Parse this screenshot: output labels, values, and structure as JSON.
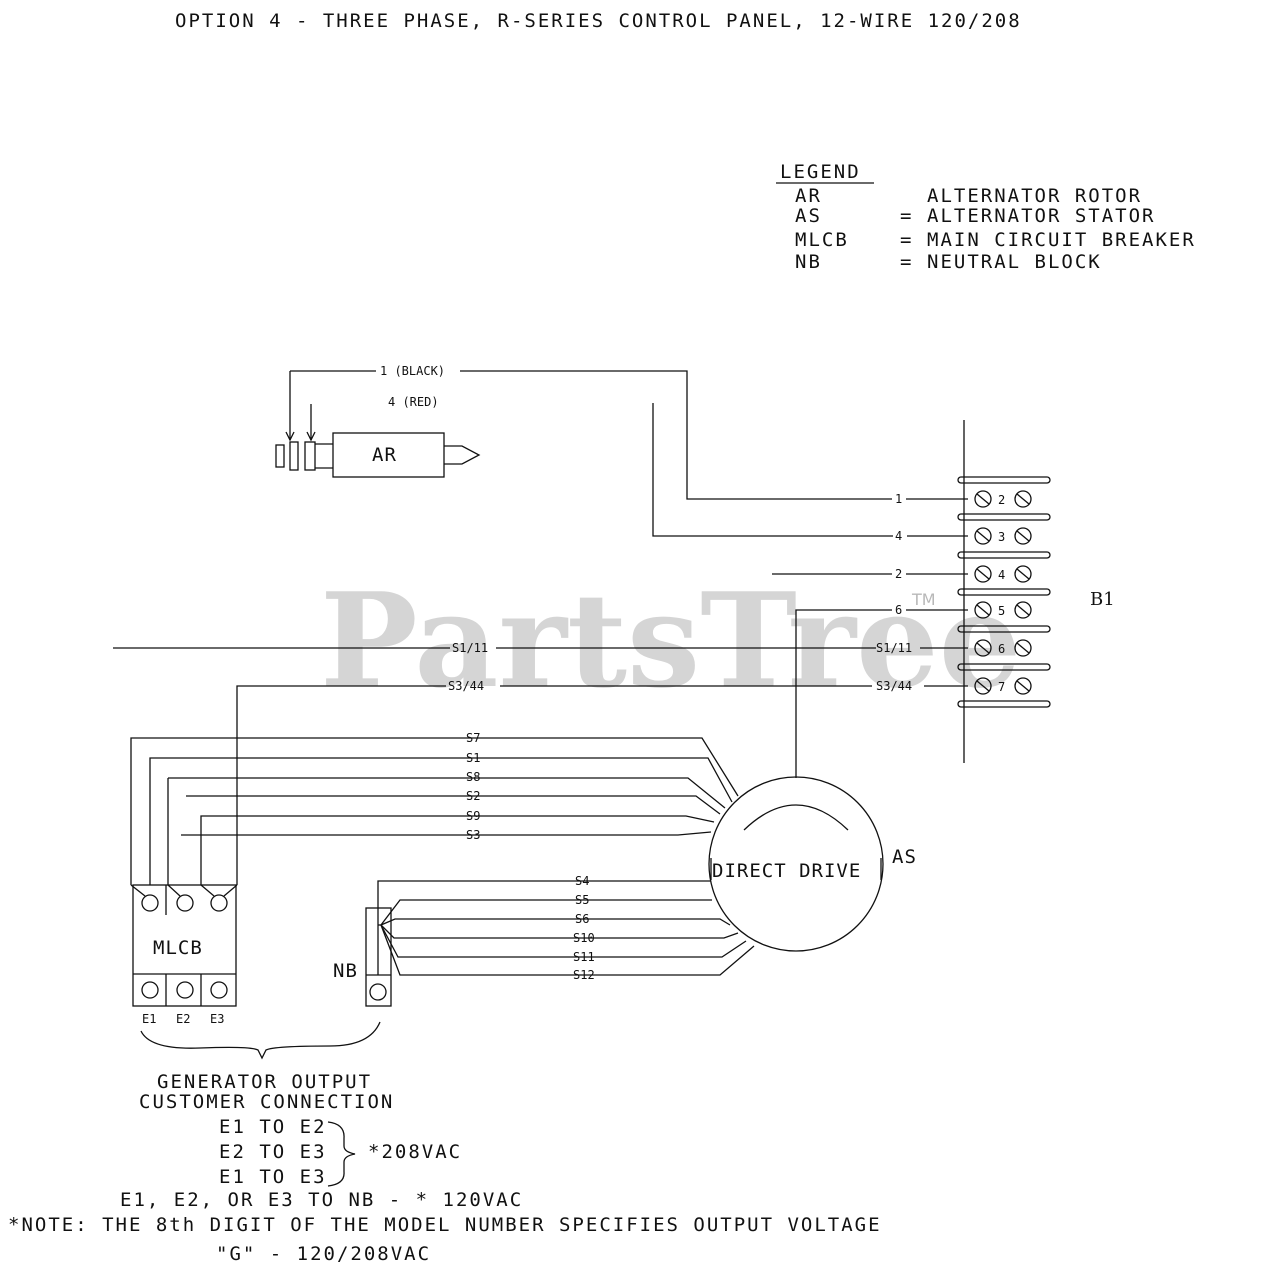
{
  "title": "OPTION 4 - THREE PHASE, R-SERIES CONTROL PANEL, 12-WIRE 120/208",
  "legend": {
    "heading": "LEGEND",
    "entries": [
      {
        "code": "AR",
        "sep": "",
        "desc": "ALTERNATOR ROTOR"
      },
      {
        "code": "AS",
        "sep": "=",
        "desc": "ALTERNATOR STATOR"
      },
      {
        "code": "MLCB",
        "sep": "=",
        "desc": "MAIN CIRCUIT BREAKER"
      },
      {
        "code": "NB",
        "sep": "=",
        "desc": "NEUTRAL BLOCK"
      }
    ]
  },
  "rotor": {
    "label": "AR",
    "wire1": "1 (BLACK)",
    "wire4": "4 (RED)"
  },
  "terminal_block": {
    "label": "B1",
    "terminals": [
      {
        "wire": "1",
        "num": "2"
      },
      {
        "wire": "4",
        "num": "3"
      },
      {
        "wire": "2",
        "num": "4"
      },
      {
        "wire": "6",
        "num": "5"
      },
      {
        "wire": "S1/11",
        "num": "6"
      },
      {
        "wire": "S3/44",
        "num": "7"
      }
    ]
  },
  "trunk_labels": {
    "s11_left": "S1/11",
    "s344_left": "S3/44"
  },
  "stator": {
    "label": "DIRECT DRIVE",
    "tag": "AS",
    "upper_leads": [
      "S7",
      "S1",
      "S8",
      "S2",
      "S9",
      "S3"
    ],
    "lower_leads": [
      "S4",
      "S5",
      "S6",
      "S10",
      "S11",
      "S12"
    ]
  },
  "breaker": {
    "label": "MLCB",
    "outputs": [
      "E1",
      "E2",
      "E3"
    ]
  },
  "neutral_block": {
    "label": "NB"
  },
  "output_notes": {
    "line1": "GENERATOR OUTPUT",
    "line2": "CUSTOMER CONNECTION",
    "pair1": "E1 TO E2",
    "pair2": "E2 TO E3",
    "pair3": "E1 TO E3",
    "voltage_line_line": "*208VAC",
    "line_neutral": "E1, E2, OR E3 TO NB - * 120VAC",
    "note": "*NOTE: THE 8th DIGIT OF THE MODEL NUMBER SPECIFIES OUTPUT VOLTAGE",
    "model_code": "\"G\" - 120/208VAC"
  },
  "watermark": {
    "text": "PartsTree",
    "tm": "TM"
  }
}
